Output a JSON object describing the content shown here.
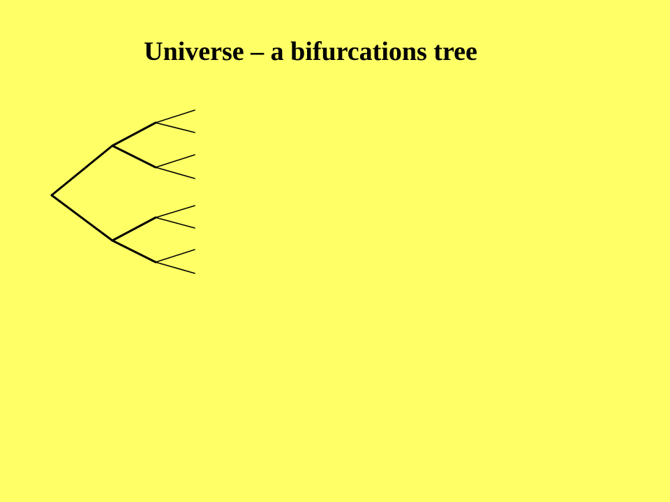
{
  "title": "Universe – a bifurcations tree",
  "colors": {
    "background": "#FFFF66",
    "ink": "#000000"
  },
  "tree": {
    "kind": "binary-bifurcation",
    "levels": 3,
    "leaf_count": 8
  }
}
